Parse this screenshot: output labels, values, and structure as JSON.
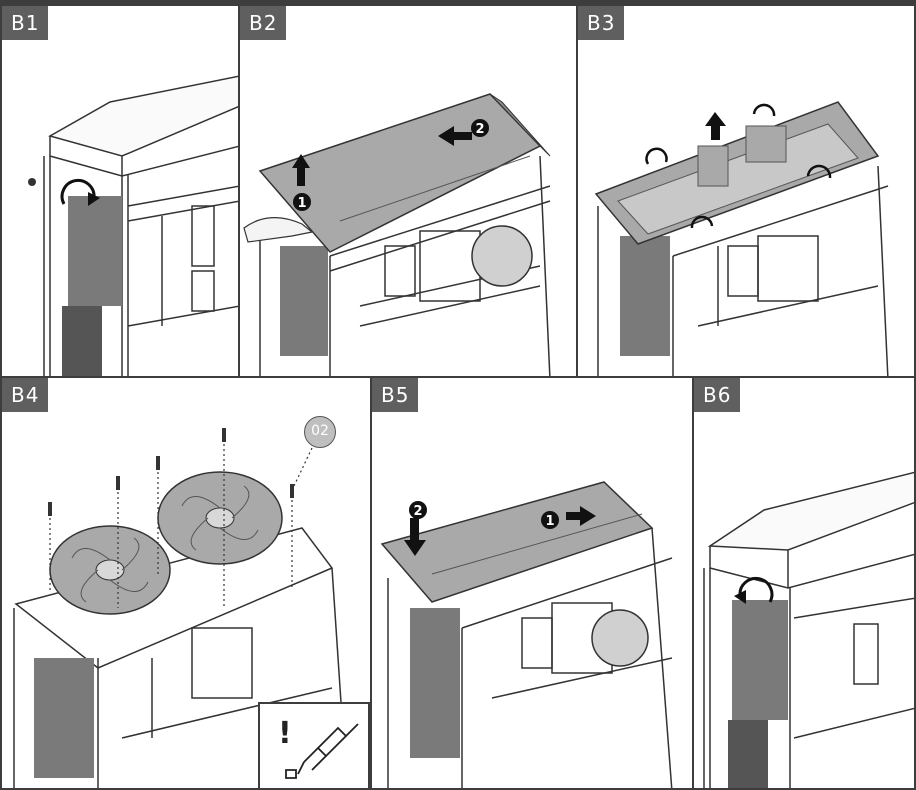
{
  "panels": [
    {
      "id": "B1",
      "label": "B1"
    },
    {
      "id": "B2",
      "label": "B2"
    },
    {
      "id": "B3",
      "label": "B3"
    },
    {
      "id": "B4",
      "label": "B4"
    },
    {
      "id": "B5",
      "label": "B5"
    },
    {
      "id": "B6",
      "label": "B6"
    }
  ],
  "steps": {
    "b2_step1": "1",
    "b2_step2": "2",
    "b5_step1": "1",
    "b5_step2": "2"
  },
  "b4": {
    "part_callout": "02",
    "warning_mark": "!"
  },
  "colors": {
    "frame": "#3d3d3d",
    "tag_bg": "#5f5f5f",
    "panel_fill": "#a9a9a9",
    "line": "#333333"
  }
}
